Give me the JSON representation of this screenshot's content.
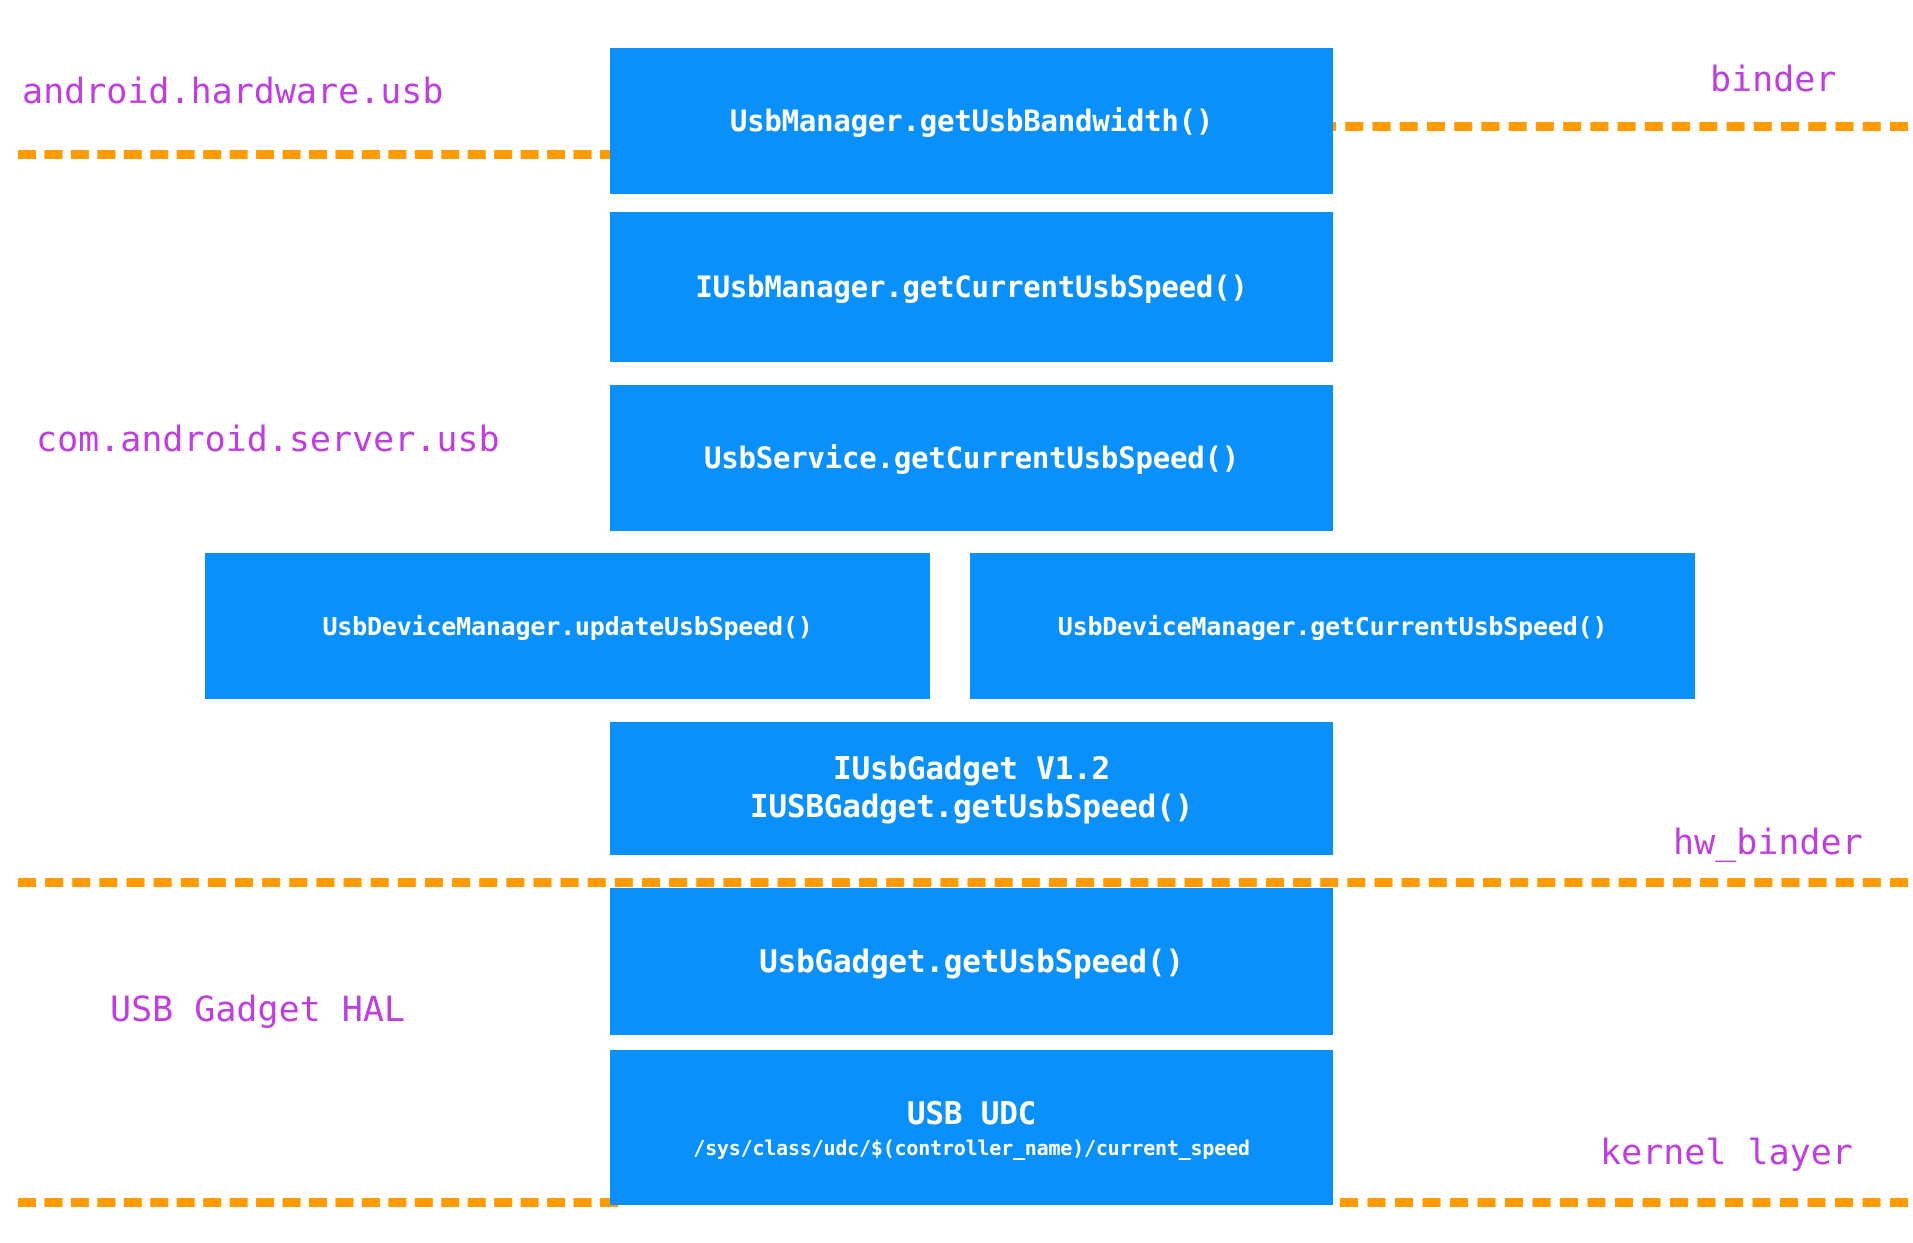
{
  "diagram": {
    "title": "Android USB Speed Query Call Flow",
    "colors": {
      "box_fill": "#0a90fb",
      "box_text": "#ffffff",
      "separator": "#ff9a00",
      "layer_label": "#bf3ee0",
      "background": "#ffffff"
    }
  },
  "boxes": [
    {
      "id": "usbmanager-bandwidth",
      "line1": "UsbManager.getUsbBandwidth()",
      "line2": ""
    },
    {
      "id": "iusbmanager-speed",
      "line1": "IUsbManager.getCurrentUsbSpeed()",
      "line2": ""
    },
    {
      "id": "usbservice-speed",
      "line1": "UsbService.getCurrentUsbSpeed()",
      "line2": ""
    },
    {
      "id": "udm-update",
      "line1": "UsbDeviceManager.updateUsbSpeed()",
      "line2": ""
    },
    {
      "id": "udm-getcurrent",
      "line1": "UsbDeviceManager.getCurrentUsbSpeed()",
      "line2": ""
    },
    {
      "id": "iusbgadget",
      "line1": "IUsbGadget V1.2",
      "line2": "IUSBGadget.getUsbSpeed()"
    },
    {
      "id": "usbgadget-speed",
      "line1": "UsbGadget.getUsbSpeed()",
      "line2": ""
    },
    {
      "id": "usb-udc",
      "line1": "USB UDC",
      "line2": "/sys/class/udc/$(controller_name)/current_speed"
    }
  ],
  "layer_labels": {
    "android_hardware_usb": "android.hardware.usb",
    "binder": "binder",
    "com_android_server_usb": "com.android.server.usb",
    "hw_binder": "hw_binder",
    "usb_gadget_hal": "USB Gadget HAL",
    "kernel_layer": "kernel layer"
  }
}
